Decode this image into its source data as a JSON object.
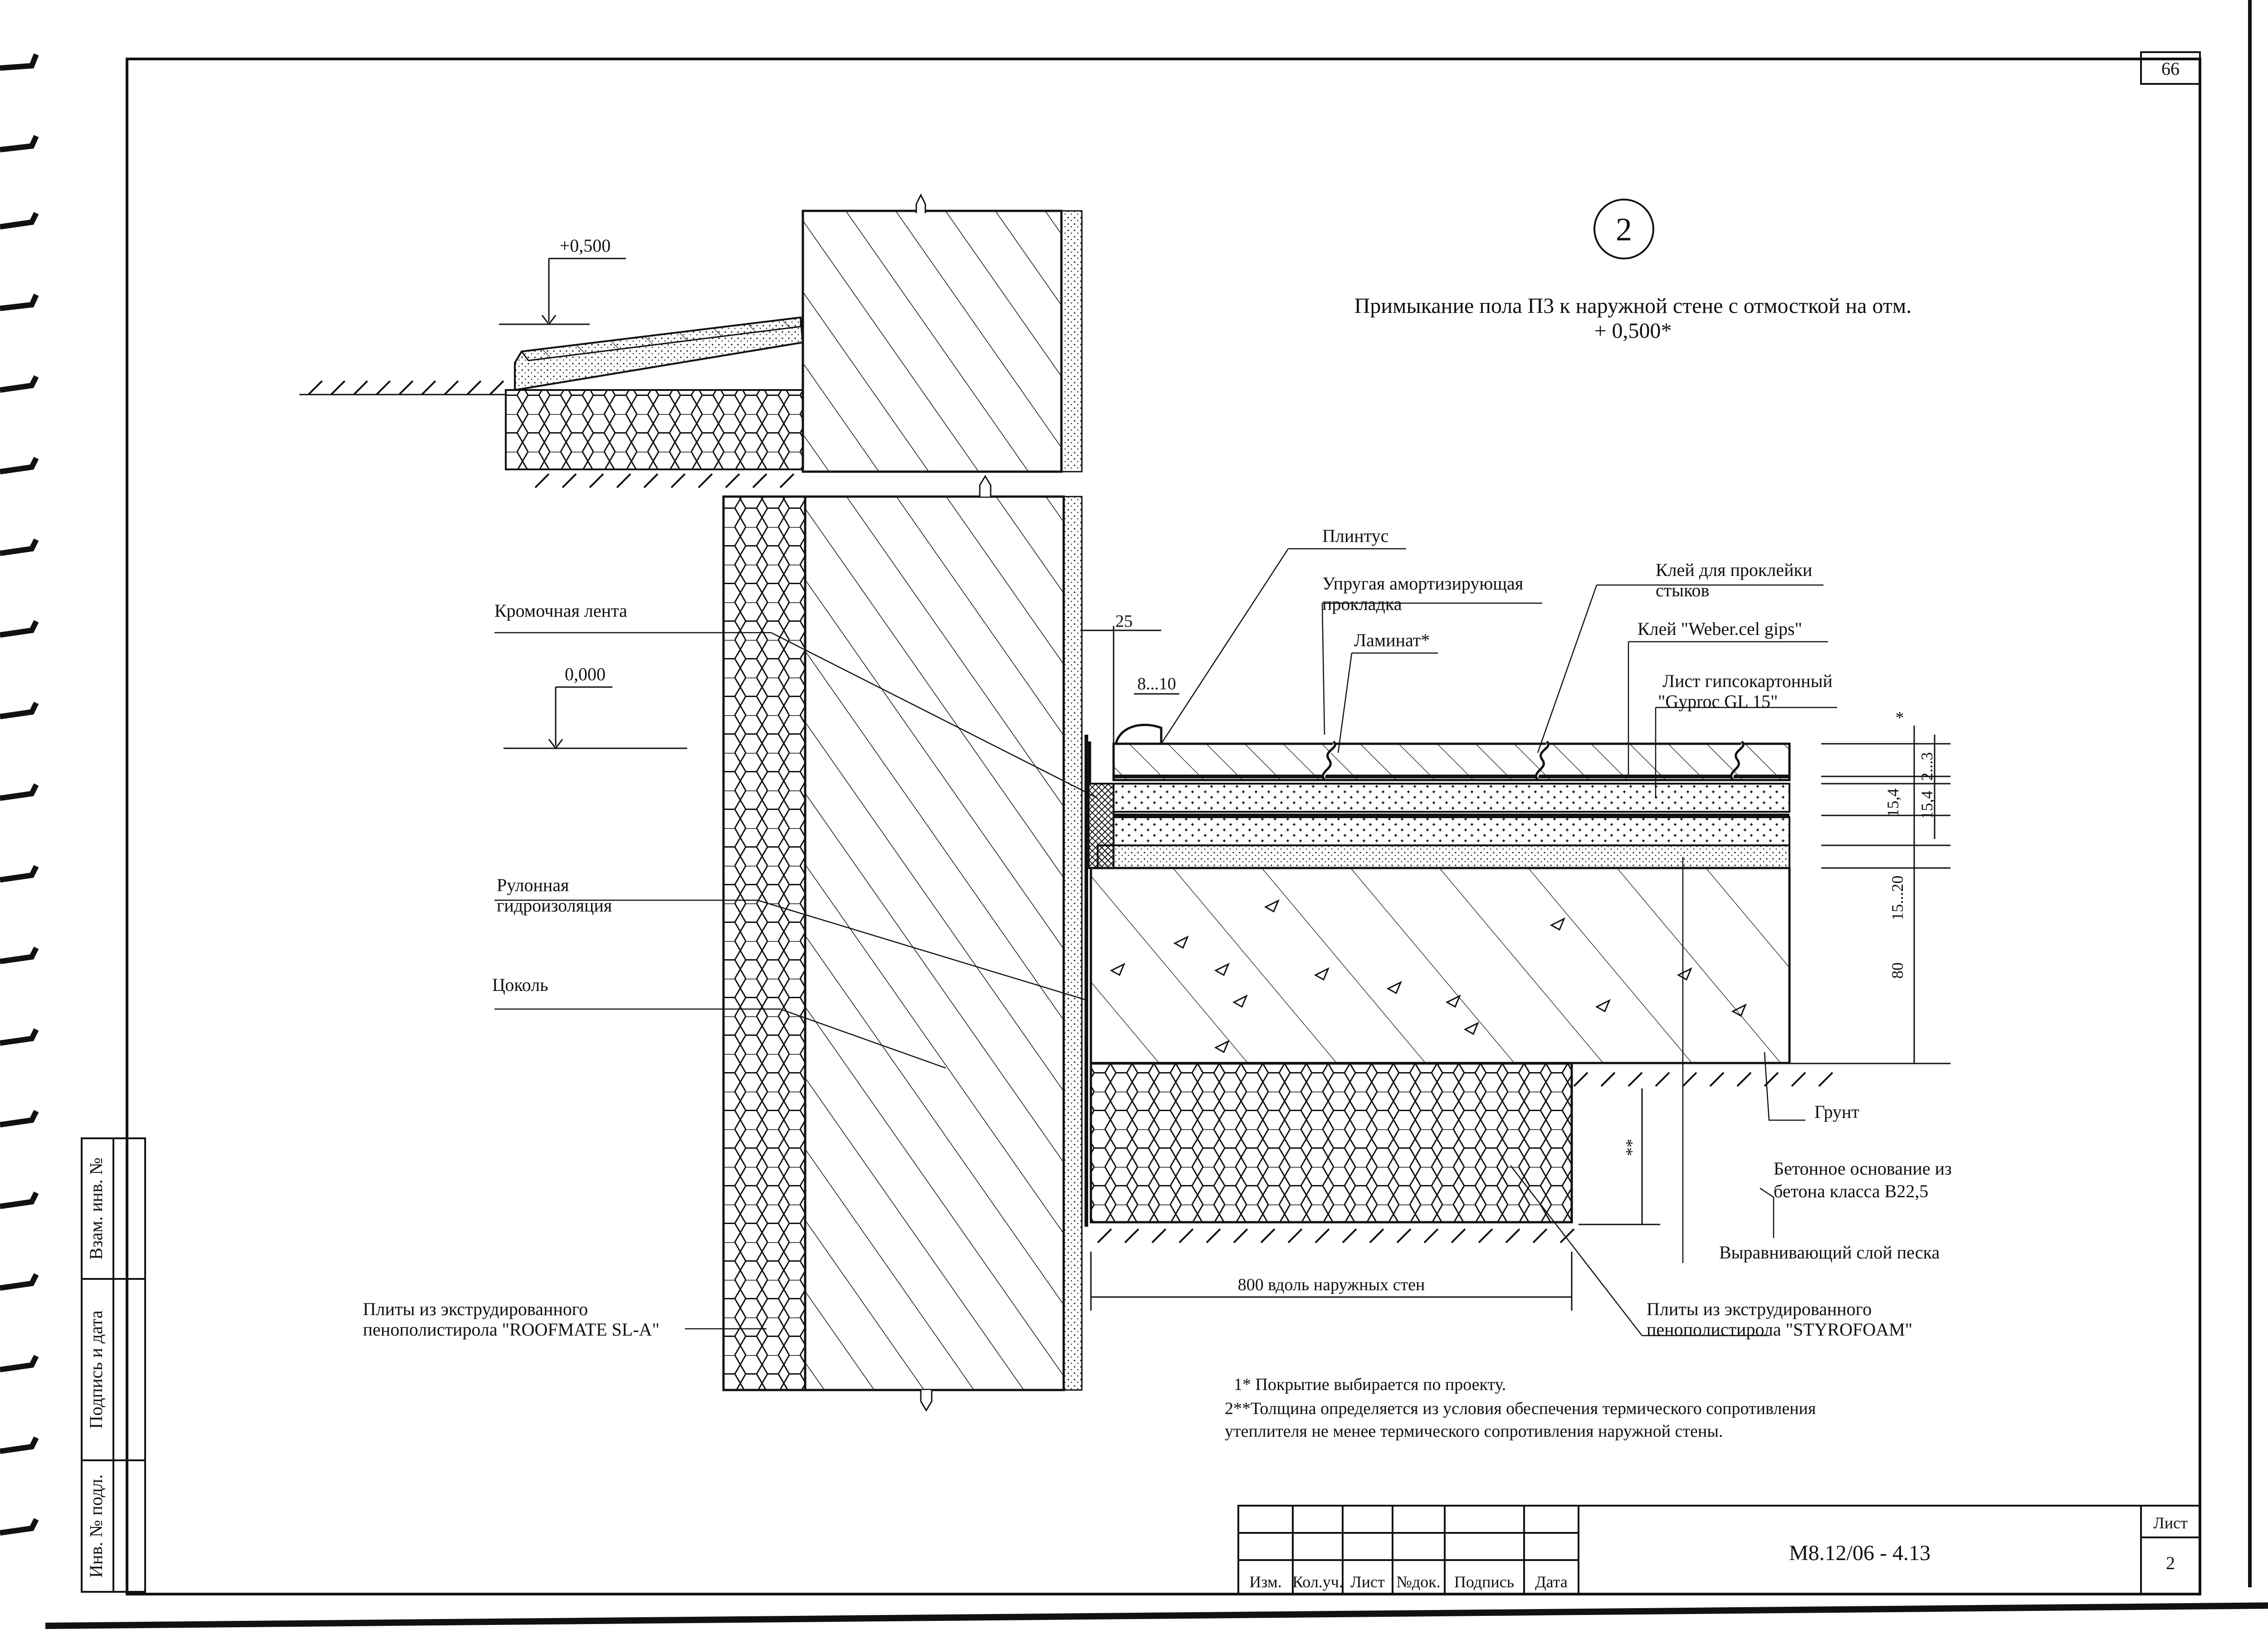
{
  "sheet_number_top": "66",
  "detail_number": "2",
  "title_line1": "Примыкание пола П3 к наружной стене с отмосткой на отм.",
  "title_line2": "+ 0,500*",
  "levels": {
    "upper": "+0,500",
    "lower": "0,000"
  },
  "callouts": {
    "plinth": "Плинтус",
    "damping_pad_1": "Упругая амортизирующая",
    "damping_pad_2": "прокладка",
    "laminate": "Ламинат*",
    "joint_glue_1": "Клей для проклейки",
    "joint_glue_2": "стыков",
    "weber_glue": "Клей \"Weber.cel gips\"",
    "gypsum_1": "Лист гипсокартонный",
    "gypsum_2": "\"Gyproc GL 15\"",
    "edge_tape": "Кромочная лента",
    "waterproofing_1": "Рулонная",
    "waterproofing_2": "гидроизоляция",
    "plinth_wall": "Цоколь",
    "ground": "Грунт",
    "concrete_1": "Бетонное основание из",
    "concrete_2": "бетона класса B22,5",
    "sand": "Выравнивающий слой песка",
    "roofmate_1": "Плиты из экструдированного",
    "roofmate_2": "пенополистирола \"ROOFMATE SL-A\"",
    "styrofoam_1": "Плиты из экструдированного",
    "styrofoam_2": "пенополистирола \"STYROFOAM\""
  },
  "dimensions": {
    "gap_25": "25",
    "gap_8_10": "8...10",
    "star": "*",
    "d_2_3": "2...3",
    "d_15_4a": "15,4",
    "d_15_4b": "15,4",
    "d_15_20": "15...20",
    "d_80": "80",
    "double_star": "**",
    "length_800": "800 вдоль наружных стен"
  },
  "notes": [
    "1*  Покрытие выбирается по проекту.",
    "2**Толщина определяется из условия обеспечения термического сопротивления",
    "утеплителя не менее термического сопротивления наружной стены."
  ],
  "side_stamp": {
    "vzam": "Взам. инв. №",
    "podpis": "Подпись и дата",
    "inv": "Инв. № подл."
  },
  "title_block": {
    "columns": [
      "Изм.",
      "Кол.уч.",
      "Лист",
      "№док.",
      "Подпись",
      "Дата"
    ],
    "designation": "М8.12/06 - 4.13",
    "sheet_label": "Лист",
    "sheet_value": "2"
  }
}
